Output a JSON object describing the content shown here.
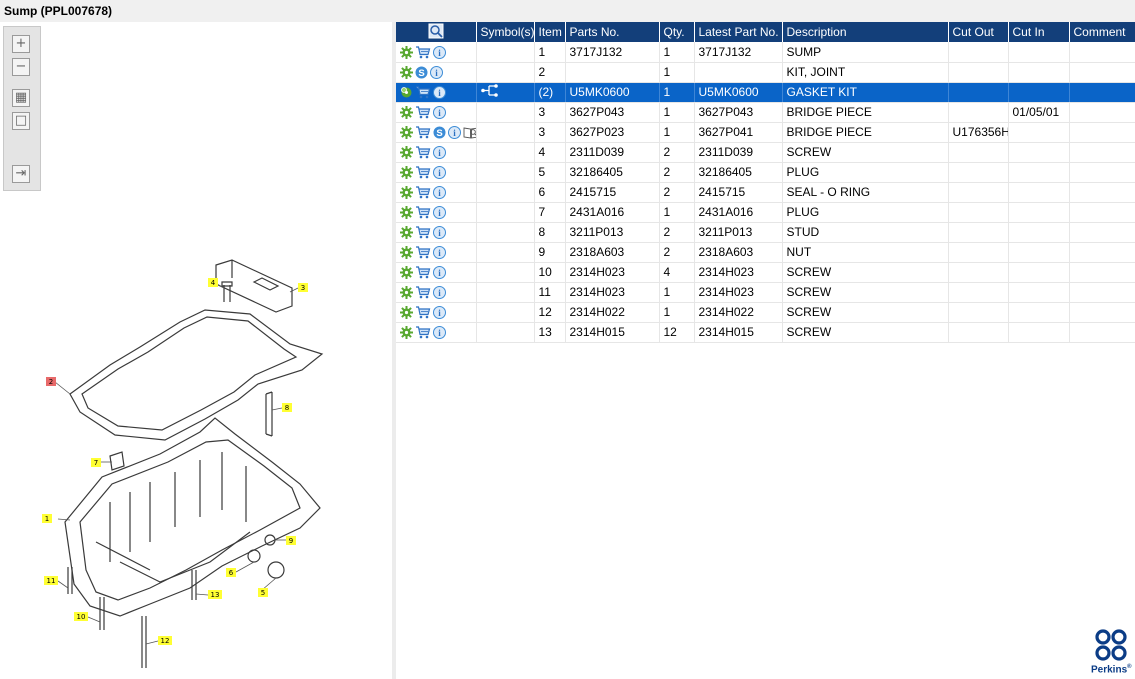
{
  "window": {
    "title": "Sump (PPL007678)"
  },
  "colors": {
    "header_bg": "#133f7a",
    "selected_row": "#0a64c8",
    "gear_green": "#58a830",
    "info_blue": "#3c8cd6",
    "callout_yellow": "#ffff33",
    "callout_red": "#e86a6a",
    "brand_blue": "#0b3c86"
  },
  "toolbar": {
    "buttons": [
      {
        "name": "zoom-in-button",
        "icon": "plus-icon",
        "glyph": "+"
      },
      {
        "name": "zoom-out-button",
        "icon": "minus-icon",
        "glyph": "−"
      },
      {
        "name": "fit-all-button",
        "icon": "grid-icon",
        "glyph": "▦"
      },
      {
        "name": "actual-size-button",
        "icon": "square-icon",
        "glyph": "□"
      },
      {
        "name": "export-button",
        "icon": "export-icon",
        "glyph": "⇥"
      }
    ]
  },
  "diagram": {
    "callouts": [
      "1",
      "2",
      "3",
      "4",
      "5",
      "6",
      "7",
      "8",
      "9",
      "10",
      "11",
      "12",
      "13"
    ],
    "highlighted": "2"
  },
  "table": {
    "columns": {
      "symbols": "Symbol(s)",
      "item": "Item",
      "parts_no": "Parts No.",
      "qty": "Qty.",
      "latest_part_no": "Latest Part No.",
      "description": "Description",
      "cut_out": "Cut Out",
      "cut_in": "Cut In",
      "comment": "Comment"
    },
    "header_icon": "preview-icon",
    "rows": [
      {
        "icons": [
          "gear",
          "cart",
          "info"
        ],
        "symbol": "",
        "item": "1",
        "parts_no": "3717J132",
        "qty": "1",
        "latest": "3717J132",
        "desc": "SUMP",
        "cut_out": "",
        "cut_in": "",
        "comment": ""
      },
      {
        "icons": [
          "gear",
          "s",
          "info"
        ],
        "symbol": "",
        "item": "2",
        "parts_no": "",
        "qty": "1",
        "latest": "",
        "desc": "KIT, JOINT",
        "cut_out": "",
        "cut_in": "",
        "comment": ""
      },
      {
        "icons": [
          "gearkit",
          "cart",
          "info"
        ],
        "symbol": "tree",
        "item": "(2)",
        "parts_no": "U5MK0600",
        "qty": "1",
        "latest": "U5MK0600",
        "desc": "GASKET KIT",
        "cut_out": "",
        "cut_in": "",
        "comment": "",
        "selected": true
      },
      {
        "icons": [
          "gear",
          "cart",
          "info"
        ],
        "symbol": "",
        "item": "3",
        "parts_no": "3627P043",
        "qty": "1",
        "latest": "3627P043",
        "desc": "BRIDGE PIECE",
        "cut_out": "",
        "cut_in": "01/05/01",
        "comment": ""
      },
      {
        "icons": [
          "gear",
          "cart",
          "s",
          "info",
          "book"
        ],
        "symbol": "",
        "item": "3",
        "parts_no": "3627P023",
        "qty": "1",
        "latest": "3627P041",
        "desc": "BRIDGE PIECE",
        "cut_out": "U176356H",
        "cut_in": "",
        "comment": ""
      },
      {
        "icons": [
          "gear",
          "cart",
          "info"
        ],
        "symbol": "",
        "item": "4",
        "parts_no": "2311D039",
        "qty": "2",
        "latest": "2311D039",
        "desc": "SCREW",
        "cut_out": "",
        "cut_in": "",
        "comment": ""
      },
      {
        "icons": [
          "gear",
          "cart",
          "info"
        ],
        "symbol": "",
        "item": "5",
        "parts_no": "32186405",
        "qty": "2",
        "latest": "32186405",
        "desc": "PLUG",
        "cut_out": "",
        "cut_in": "",
        "comment": ""
      },
      {
        "icons": [
          "gear",
          "cart",
          "info"
        ],
        "symbol": "",
        "item": "6",
        "parts_no": "2415715",
        "qty": "2",
        "latest": "2415715",
        "desc": "SEAL - O RING",
        "cut_out": "",
        "cut_in": "",
        "comment": ""
      },
      {
        "icons": [
          "gear",
          "cart",
          "info"
        ],
        "symbol": "",
        "item": "7",
        "parts_no": "2431A016",
        "qty": "1",
        "latest": "2431A016",
        "desc": "PLUG",
        "cut_out": "",
        "cut_in": "",
        "comment": ""
      },
      {
        "icons": [
          "gear",
          "cart",
          "info"
        ],
        "symbol": "",
        "item": "8",
        "parts_no": "3211P013",
        "qty": "2",
        "latest": "3211P013",
        "desc": "STUD",
        "cut_out": "",
        "cut_in": "",
        "comment": ""
      },
      {
        "icons": [
          "gear",
          "cart",
          "info"
        ],
        "symbol": "",
        "item": "9",
        "parts_no": "2318A603",
        "qty": "2",
        "latest": "2318A603",
        "desc": "NUT",
        "cut_out": "",
        "cut_in": "",
        "comment": ""
      },
      {
        "icons": [
          "gear",
          "cart",
          "info"
        ],
        "symbol": "",
        "item": "10",
        "parts_no": "2314H023",
        "qty": "4",
        "latest": "2314H023",
        "desc": "SCREW",
        "cut_out": "",
        "cut_in": "",
        "comment": ""
      },
      {
        "icons": [
          "gear",
          "cart",
          "info"
        ],
        "symbol": "",
        "item": "11",
        "parts_no": "2314H023",
        "qty": "1",
        "latest": "2314H023",
        "desc": "SCREW",
        "cut_out": "",
        "cut_in": "",
        "comment": ""
      },
      {
        "icons": [
          "gear",
          "cart",
          "info"
        ],
        "symbol": "",
        "item": "12",
        "parts_no": "2314H022",
        "qty": "1",
        "latest": "2314H022",
        "desc": "SCREW",
        "cut_out": "",
        "cut_in": "",
        "comment": ""
      },
      {
        "icons": [
          "gear",
          "cart",
          "info"
        ],
        "symbol": "",
        "item": "13",
        "parts_no": "2314H015",
        "qty": "12",
        "latest": "2314H015",
        "desc": "SCREW",
        "cut_out": "",
        "cut_in": "",
        "comment": ""
      }
    ]
  },
  "brand": {
    "name": "Perkins",
    "mark": "®"
  }
}
